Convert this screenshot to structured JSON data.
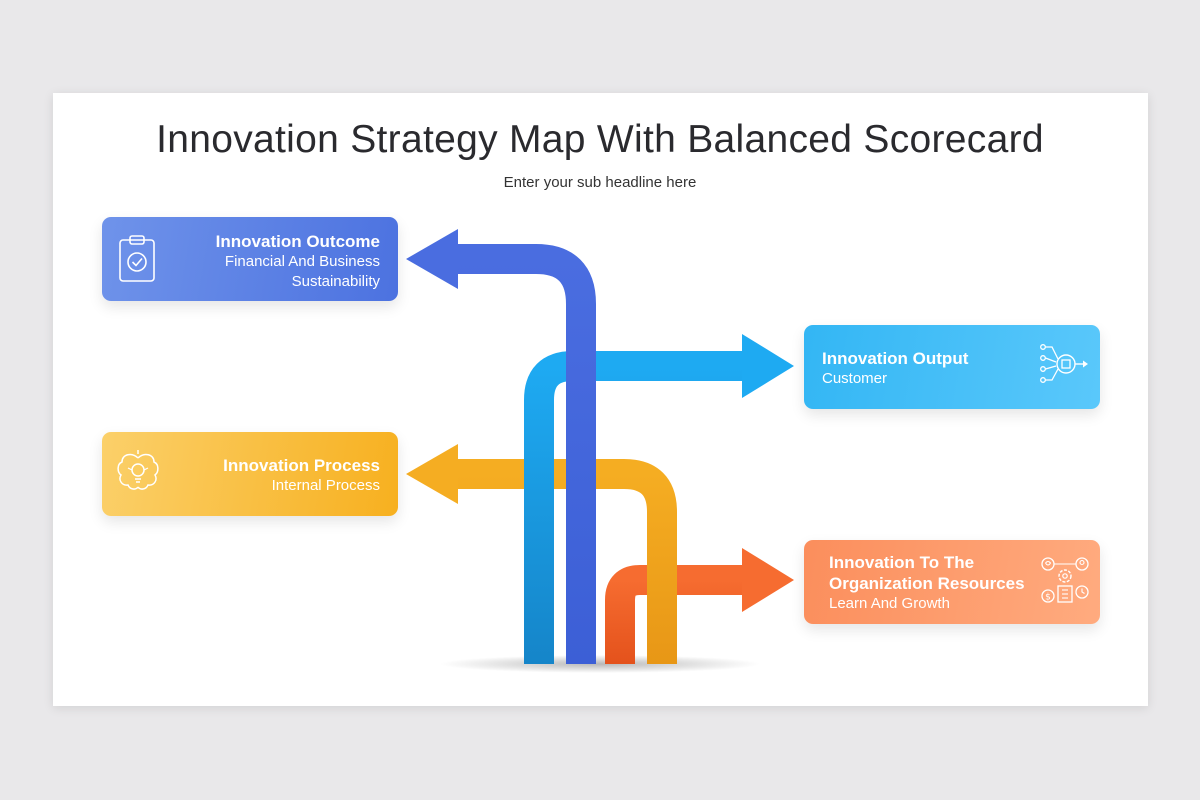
{
  "title": "Innovation Strategy Map With Balanced Scorecard",
  "subtitle": "Enter your sub headline here",
  "cards": {
    "outcome": {
      "heading": "Innovation Outcome",
      "line1": "Financial And Business",
      "line2": "Sustainability",
      "icon": "clipboard-check-icon",
      "color": "#4f74e2"
    },
    "process": {
      "heading": "Innovation Process",
      "line1": "Internal Process",
      "icon": "brain-bulb-icon",
      "color": "#f7b125"
    },
    "output": {
      "heading": "Innovation Output",
      "line1": "Customer",
      "icon": "circuit-chip-icon",
      "color": "#1aa9f0"
    },
    "org": {
      "heading1": "Innovation To The",
      "heading2": "Organization Resources",
      "line1": "Learn And Growth",
      "icon": "resources-network-icon",
      "color": "#f66a33"
    }
  },
  "colors": {
    "blue": "#4a6fe0",
    "sky": "#1aa9f0",
    "amber": "#f4a91d",
    "orange": "#f0622a"
  }
}
